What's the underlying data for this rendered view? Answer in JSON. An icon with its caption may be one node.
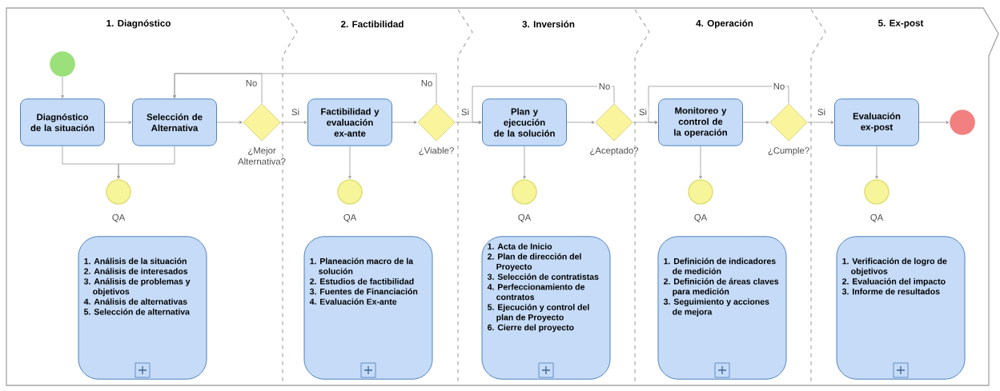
{
  "diagram": {
    "nodes": [
      {
        "text": [],
        "shape": "circle"
      },
      {
        "text": [
          "Diagnóstico de la situación"
        ]
      },
      {
        "text": [
          "Selección de Alternativa"
        ]
      },
      {
        "text": [],
        "shape": "diamond",
        "beside": [
          "¿Mejor Alternativa?"
        ]
      },
      {
        "text": [],
        "shape": "circle",
        "beside": [
          "QA"
        ]
      },
      {
        "text": [
          "1. Análisis de la situación",
          "2. Análisis de interesados",
          "3. Análisis de problemas y objetivos",
          "4. Análisis de alternativas",
          "5. Selección de alternativa"
        ]
      },
      {
        "text": [
          "Factibilidad y evaluación ex-ante"
        ]
      },
      {
        "text": [],
        "shape": "diamond",
        "beside": [
          "¿Viable?"
        ]
      },
      {
        "text": [],
        "shape": "circle",
        "beside": [
          "QA"
        ]
      },
      {
        "text": [
          "1. Planeación macro de la solución",
          "2. Estudios de factibilidad",
          "3. Fuentes de Financiación",
          "4. Evaluación Ex-ante"
        ]
      },
      {
        "text": [
          "Plan y ejecución de la solución"
        ]
      },
      {
        "text": [],
        "shape": "diamond",
        "beside": [
          "¿Aceptado?"
        ]
      },
      {
        "text": [],
        "shape": "circle",
        "beside": [
          "QA"
        ]
      },
      {
        "text": [
          "1. Acta de Inicio",
          "2. Plan de dirección del Proyecto",
          "3. Selección de contratistas",
          "4. Perfeccionamiento de contratos",
          "5. Ejecución y control del plan de Proyecto",
          "6. Cierre del proyecto"
        ]
      },
      {
        "text": [
          "Monitoreo y control de la operación"
        ]
      },
      {
        "text": [],
        "shape": "diamond",
        "beside": [
          "¿Cumple?"
        ]
      },
      {
        "text": [],
        "shape": "circle",
        "beside": [
          "QA"
        ]
      },
      {
        "text": [
          "1. Definición de indicadores de medición",
          "2. Definición de áreas claves para medición",
          "3. Seguimiento y acciones de mejora"
        ]
      },
      {
        "text": [
          "Evaluación ex-post"
        ]
      },
      {
        "text": [],
        "shape": "circle",
        "beside": [
          "QA"
        ]
      },
      {
        "text": [
          "1. Verificación de logro de objetivos",
          "2. Evaluación del impacto",
          "3. Informe de resultados"
        ]
      },
      {
        "text": [],
        "shape": "circle"
      }
    ],
    "edges": [
      {
        "from": 0,
        "to": 1,
        "arrow": "to"
      },
      {
        "from": 1,
        "to": 2,
        "arrow": "to"
      },
      {
        "from": 2,
        "to": 3,
        "arrow": "to"
      },
      {
        "from": 3,
        "to": 2,
        "arrow": "to",
        "label": "No"
      },
      {
        "from": 3,
        "to": 6,
        "arrow": "to",
        "label": "Si"
      },
      {
        "from": 1,
        "to": 4,
        "arrow": "to"
      },
      {
        "from": 2,
        "to": 4,
        "arrow": "to"
      },
      {
        "from": 6,
        "to": 7,
        "arrow": "to"
      },
      {
        "from": 7,
        "to": 2,
        "arrow": "to",
        "label": "No"
      },
      {
        "from": 7,
        "to": 10,
        "arrow": "to",
        "label": "Si"
      },
      {
        "from": 6,
        "to": 8,
        "arrow": "to"
      },
      {
        "from": 10,
        "to": 11,
        "arrow": "to"
      },
      {
        "from": 11,
        "to": 10,
        "arrow": "to",
        "label": "No"
      },
      {
        "from": 11,
        "to": 14,
        "arrow": "to",
        "label": "Si"
      },
      {
        "from": 10,
        "to": 12,
        "arrow": "to"
      },
      {
        "from": 14,
        "to": 15,
        "arrow": "to"
      },
      {
        "from": 15,
        "to": 14,
        "arrow": "to",
        "label": "No"
      },
      {
        "from": 15,
        "to": 18,
        "arrow": "to",
        "label": "Si"
      },
      {
        "from": 14,
        "to": 16,
        "arrow": "to"
      },
      {
        "from": 18,
        "to": 21,
        "arrow": "to"
      },
      {
        "from": 18,
        "to": 19,
        "arrow": "to"
      }
    ],
    "labels": [
      "1. Diagnóstico",
      "2. Factibilidad",
      "3. Inversión",
      "4. Operación",
      "5. Ex-post"
    ]
  }
}
